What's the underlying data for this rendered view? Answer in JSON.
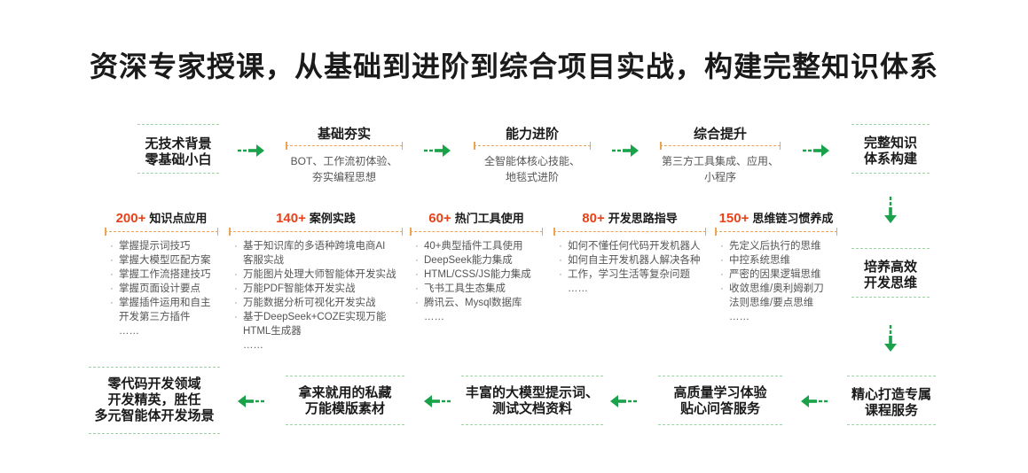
{
  "title": "资深专家授课，从基础到进阶到综合项目实战，构建完整知识体系",
  "start": {
    "line1": "无技术背景",
    "line2": "零基础小白"
  },
  "stages": [
    {
      "title": "基础夯实",
      "desc1": "BOT、工作流初体验、",
      "desc2": "夯实编程思想"
    },
    {
      "title": "能力进阶",
      "desc1": "全智能体核心技能、",
      "desc2": "地毯式进阶"
    },
    {
      "title": "综合提升",
      "desc1": "第三方工具集成、应用、",
      "desc2": "小程序"
    }
  ],
  "right_boxes": [
    {
      "line1": "完整知识",
      "line2": "体系构建"
    },
    {
      "line1": "培养高效",
      "line2": "开发思维"
    },
    {
      "line1": "精心打造专属",
      "line2": "课程服务"
    }
  ],
  "columns": [
    {
      "num": "200+",
      "label": "知识点应用",
      "items": [
        "掌握提示词技巧",
        "掌握大模型匹配方案",
        "掌握工作流搭建技巧",
        "掌握页面设计要点",
        "掌握插件运用和自主",
        "开发第三方插件"
      ],
      "more": "……"
    },
    {
      "num": "140+",
      "label": "案例实践",
      "items": [
        "基于知识库的多语种跨境电商AI",
        "客服实战",
        "万能图片处理大师智能体开发实战",
        "万能PDF智能体开发实战",
        "万能数据分析可视化开发实战",
        "基于DeepSeek+COZE实现万能",
        "HTML生成器"
      ],
      "more": "……"
    },
    {
      "num": "60+",
      "label": "热门工具使用",
      "items": [
        "40+典型插件工具使用",
        "DeepSeek能力集成",
        "HTML/CSS/JS能力集成",
        "飞书工具生态集成",
        "腾讯云、Mysql数据库"
      ],
      "more": "……"
    },
    {
      "num": "80+",
      "label": "开发思路指导",
      "items": [
        "如何不懂任何代码开发机器人",
        "如何自主开发机器人解决各种",
        "工作，学习生活等复杂问题"
      ],
      "more": "……"
    },
    {
      "num": "150+",
      "label": "思维链习惯养成",
      "items": [
        "先定义后执行的思维",
        "中控系统思维",
        "严密的因果逻辑思维",
        "收敛思维/奥利姆剃刀",
        "法则思维/要点思维"
      ],
      "more": "……"
    }
  ],
  "bottom_boxes": [
    {
      "line1": "高质量学习体验",
      "line2": "贴心问答服务"
    },
    {
      "line1": "丰富的大模型提示词、",
      "line2": "测试文档资料"
    },
    {
      "line1": "拿来就用的私藏",
      "line2": "万能模版素材"
    },
    {
      "line1": "零代码开发领域",
      "line2": "开发精英，胜任",
      "line3": "多元智能体开发场景"
    }
  ],
  "colors": {
    "green": "#1aa24a",
    "green_dash": "#9bd4a3",
    "orange_dash": "#f0a253",
    "number_red": "#e8421a"
  }
}
